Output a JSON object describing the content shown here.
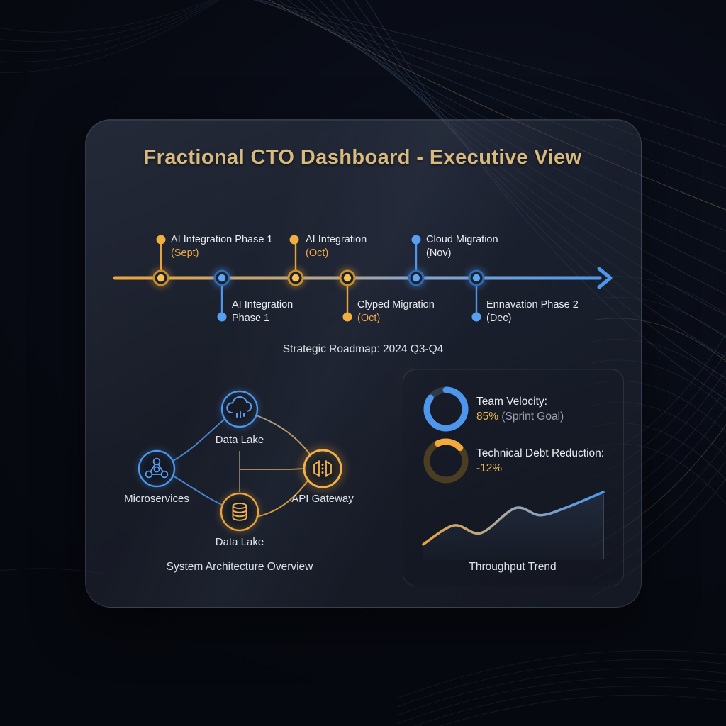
{
  "title": "Fractional CTO Dashboard - Executive View",
  "timeline": {
    "caption": "Strategic Roadmap: 2024 Q3-Q4",
    "items": [
      {
        "label": "AI Integration Phase 1",
        "sublabel": "(Sept)",
        "color": "orange",
        "side": "top"
      },
      {
        "label": "AI Integration",
        "sublabel": "Phase 1",
        "color": "blue",
        "side": "bottom"
      },
      {
        "label": "AI Integration",
        "sublabel": "(Oct)",
        "color": "orange",
        "side": "top"
      },
      {
        "label": "Clyped Migration",
        "sublabel": "(Oct)",
        "color": "orange",
        "side": "bottom"
      },
      {
        "label": "Cloud Migration",
        "sublabel": "(Nov)",
        "color": "blue",
        "side": "top"
      },
      {
        "label": "Ennavation Phase 2",
        "sublabel": "(Dec)",
        "color": "blue",
        "side": "bottom"
      }
    ]
  },
  "architecture": {
    "caption": "System Architecture Overview",
    "nodes": [
      {
        "label": "Data Lake",
        "icon": "cloud-icon",
        "color": "blue"
      },
      {
        "label": "Microservices",
        "icon": "nodes-icon",
        "color": "blue"
      },
      {
        "label": "Data Lake",
        "icon": "database-icon",
        "color": "orange"
      },
      {
        "label": "API Gateway",
        "icon": "gateway-icon",
        "color": "orange"
      }
    ]
  },
  "metrics": {
    "velocity": {
      "label": "Team Velocity:",
      "value": "85%",
      "suffix": "(Sprint Goal)",
      "gauge_fraction": 0.85
    },
    "debt": {
      "label": "Technical Debt Reduction:",
      "value": "-12%",
      "gauge_fraction": 0.2
    }
  },
  "trend": {
    "caption": "Throughput Trend"
  },
  "colors": {
    "accent_gold": "#d8ba7e",
    "accent_orange": "#f0a83c",
    "accent_blue": "#4d96ec"
  },
  "chart_data": [
    {
      "type": "line",
      "title": "Throughput Trend",
      "x": [
        0,
        0.17,
        0.32,
        0.51,
        0.65,
        0.8,
        1
      ],
      "y": [
        0.03,
        0.38,
        0.24,
        0.7,
        0.57,
        0.72,
        1
      ],
      "xlabel": "",
      "ylabel": "",
      "note": "unlabeled sparkline, stroke fades orange to blue left-to-right, no axes or gridlines"
    },
    {
      "type": "pie",
      "title": "Team Velocity",
      "labels": [
        "complete",
        "remaining"
      ],
      "values": [
        85,
        15
      ]
    },
    {
      "type": "pie",
      "title": "Technical Debt Reduction",
      "labels": [
        "highlighted arc",
        "remaining"
      ],
      "values": [
        20,
        80
      ]
    }
  ]
}
